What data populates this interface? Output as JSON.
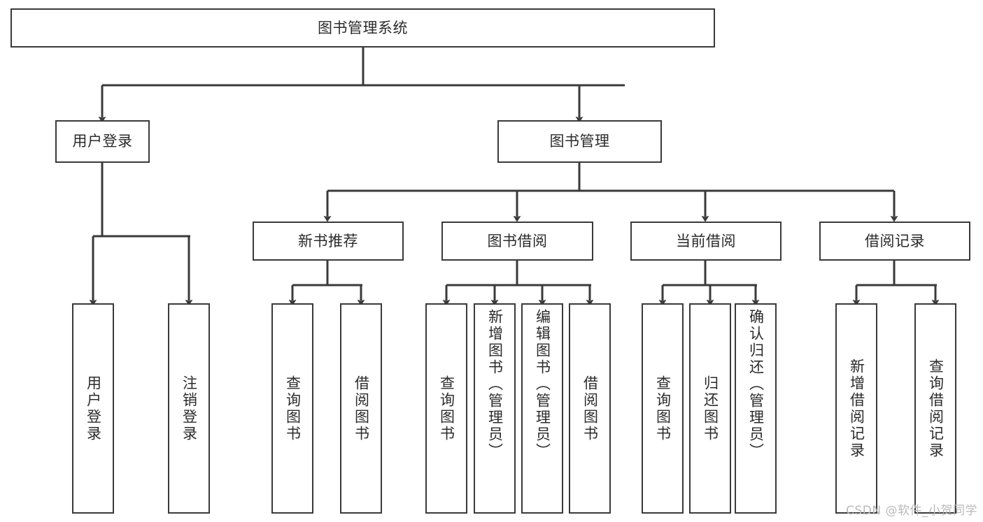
{
  "diagram": {
    "type": "tree-hierarchy-flowchart",
    "title": "图书管理系统",
    "colors": {
      "stroke": "#3a3a3a",
      "fill": "#ffffff",
      "text": "#2b2b2b",
      "watermark": "#b9b9b9"
    },
    "levels": [
      {
        "level": 1,
        "nodes": [
          {
            "id": "root",
            "label": "图书管理系统",
            "orientation": "horizontal"
          }
        ]
      },
      {
        "level": 2,
        "nodes": [
          {
            "id": "user-login",
            "label": "用户登录",
            "orientation": "horizontal",
            "parent": "root"
          },
          {
            "id": "book-manage",
            "label": "图书管理",
            "orientation": "horizontal",
            "parent": "root"
          }
        ]
      },
      {
        "level": 3,
        "nodes": [
          {
            "id": "new-book-recommend",
            "label": "新书推荐",
            "orientation": "horizontal",
            "parent": "book-manage"
          },
          {
            "id": "book-borrow",
            "label": "图书借阅",
            "orientation": "horizontal",
            "parent": "book-manage"
          },
          {
            "id": "current-borrow",
            "label": "当前借阅",
            "orientation": "horizontal",
            "parent": "book-manage"
          },
          {
            "id": "borrow-record",
            "label": "借阅记录",
            "orientation": "horizontal",
            "parent": "book-manage"
          }
        ]
      },
      {
        "level": 4,
        "nodes": [
          {
            "id": "leaf-user-login",
            "label": "用户登录",
            "orientation": "vertical",
            "parent": "user-login"
          },
          {
            "id": "leaf-logout-login",
            "label": "注销登录",
            "orientation": "vertical",
            "parent": "user-login"
          },
          {
            "id": "leaf-query-book-1",
            "label": "查询图书",
            "orientation": "vertical",
            "parent": "new-book-recommend"
          },
          {
            "id": "leaf-borrow-book-1",
            "label": "借阅图书",
            "orientation": "vertical",
            "parent": "new-book-recommend"
          },
          {
            "id": "leaf-query-book-2",
            "label": "查询图书",
            "orientation": "vertical",
            "parent": "book-borrow"
          },
          {
            "id": "leaf-add-book",
            "label": "新增图书（管理员）",
            "orientation": "vertical",
            "parent": "book-borrow"
          },
          {
            "id": "leaf-edit-book",
            "label": "编辑图书（管理员）",
            "orientation": "vertical",
            "parent": "book-borrow"
          },
          {
            "id": "leaf-borrow-book-2",
            "label": "借阅图书",
            "orientation": "vertical",
            "parent": "book-borrow"
          },
          {
            "id": "leaf-query-book-3",
            "label": "查询图书",
            "orientation": "vertical",
            "parent": "current-borrow"
          },
          {
            "id": "leaf-return-book",
            "label": "归还图书",
            "orientation": "vertical",
            "parent": "current-borrow"
          },
          {
            "id": "leaf-confirm-return",
            "label": "确认归还（管理员）",
            "orientation": "vertical",
            "parent": "current-borrow"
          },
          {
            "id": "leaf-add-record",
            "label": "新增借阅记录",
            "orientation": "vertical",
            "parent": "borrow-record"
          },
          {
            "id": "leaf-query-record",
            "label": "查询借阅记录",
            "orientation": "vertical",
            "parent": "borrow-record"
          }
        ]
      }
    ]
  },
  "watermark": {
    "text": "CSDN @软件_小贺同学"
  }
}
